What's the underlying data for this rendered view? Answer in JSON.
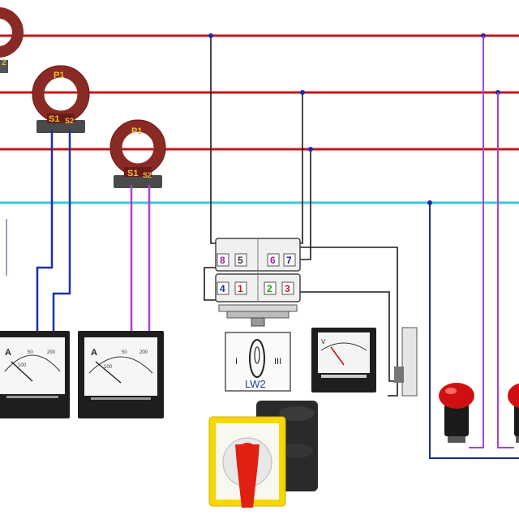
{
  "colors": {
    "phase_line": "#c0181c",
    "neutral_line": "#35c8dc",
    "ct_body": "#8a2a25",
    "ct_label": "#f0c040",
    "wire_blue": "#1c2fa8",
    "wire_purple": "#b040d0",
    "wire_black": "#1a1a1a",
    "lamp_red": "#d01010",
    "switch_red": "#e02010",
    "switch_yellow": "#f5d800"
  },
  "ct1": {
    "p1": "P1",
    "s1": "S1",
    "s2": "S2"
  },
  "ct2": {
    "p1": "P1",
    "s1": "S1",
    "s2": "S2"
  },
  "ct3_partial": {
    "s2": "2"
  },
  "ammeter1": {
    "unit": "A",
    "scale": [
      "100",
      "50",
      "200"
    ]
  },
  "ammeter2": {
    "unit": "A",
    "scale": [
      "100",
      "50",
      "200"
    ]
  },
  "voltmeter": {
    "unit": "V"
  },
  "terminal_block": {
    "top_row": [
      "8",
      "5",
      "6",
      "7"
    ],
    "bottom_row": [
      "4",
      "1",
      "2",
      "3"
    ]
  },
  "lw2": {
    "label": "LW2",
    "left_mark": "I",
    "right_mark": "III"
  },
  "rotary_switch": {
    "icon": "rotary-switch-icon"
  },
  "lamps": {
    "icon": "indicator-lamp-icon"
  }
}
